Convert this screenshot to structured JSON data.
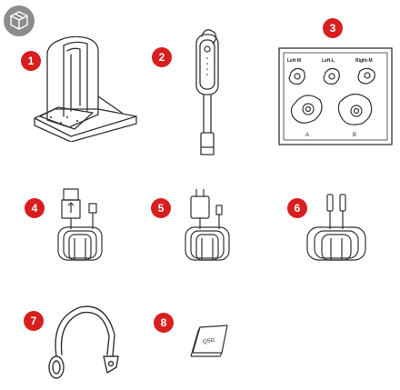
{
  "colors": {
    "badge": "#d81e1e",
    "line": "#333333",
    "box_icon": "#8c8c8c"
  },
  "header": {
    "icon": "box-icon"
  },
  "items": [
    {
      "number": "1",
      "icon": "base-station-icon"
    },
    {
      "number": "2",
      "icon": "usb-adapter-icon"
    },
    {
      "number": "3",
      "icon": "ear-tips-icon",
      "tip_labels": [
        "Left-M",
        "Left-L",
        "Right-M"
      ],
      "ear_loop_labels": [
        "A",
        "B"
      ]
    },
    {
      "number": "4",
      "icon": "usb-cable-icon"
    },
    {
      "number": "5",
      "icon": "power-supply-icon"
    },
    {
      "number": "6",
      "icon": "usb-c-cable-icon"
    },
    {
      "number": "7",
      "icon": "headband-icon"
    },
    {
      "number": "8",
      "icon": "quick-start-guide-icon",
      "label": "QSG"
    }
  ]
}
